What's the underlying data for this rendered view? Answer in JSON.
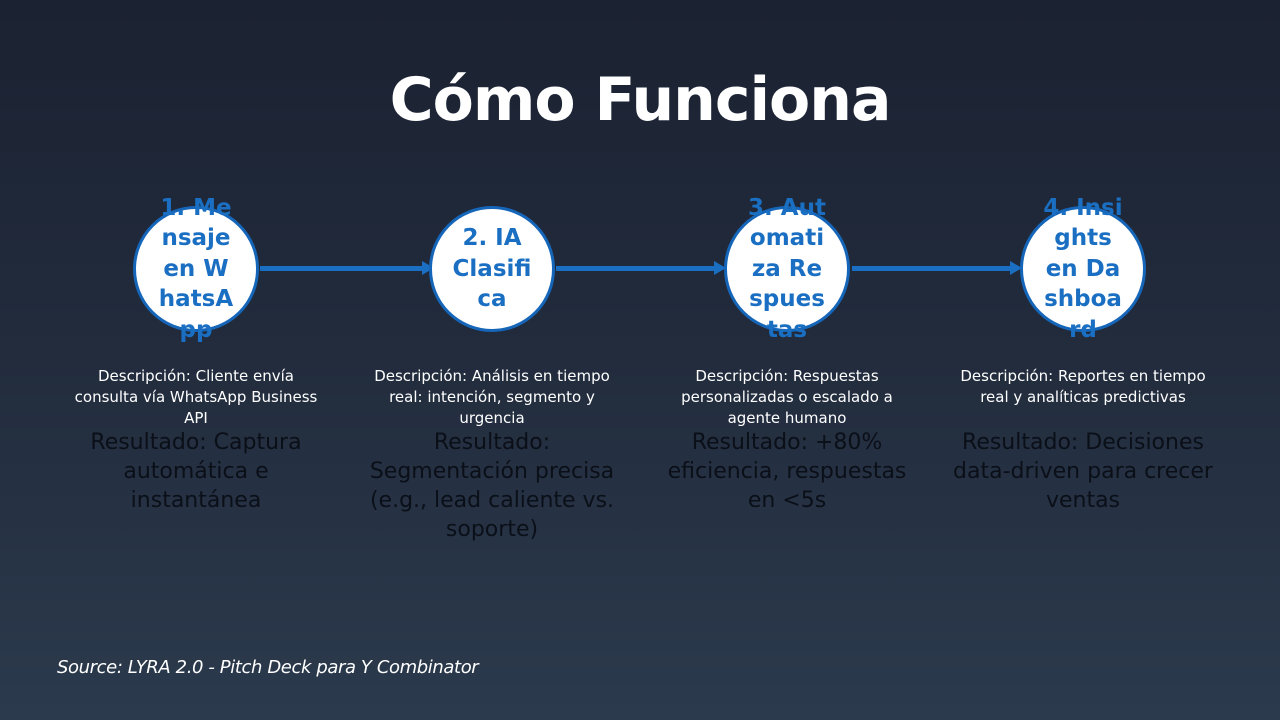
{
  "title": "Cómo Funciona",
  "steps": [
    {
      "label": "1. Mensaje en WhatsApp",
      "description": "Descripción: Cliente envía consulta vía WhatsApp Business API",
      "result": "Resultado: Captura automática e instantánea"
    },
    {
      "label": "2. IA Clasifica",
      "description": "Descripción: Análisis en tiempo real: intención, segmento y urgencia",
      "result": "Resultado: Segmentación precisa (e.g., lead caliente vs. soporte)"
    },
    {
      "label": "3. Automatiza Respuestas",
      "description": "Descripción: Respuestas personalizadas o escalado a agente humano",
      "result": "Resultado: +80% eficiencia, respuestas en <5s"
    },
    {
      "label": "4. Insights en Dashboard",
      "description": "Descripción: Reportes en tiempo real y analíticas predictivas",
      "result": "Resultado: Decisiones data-driven para crecer ventas"
    }
  ],
  "source": "Source: LYRA 2.0 - Pitch Deck para Y Combinator",
  "colors": {
    "accent": "#1a6fc2",
    "circle_fill": "#ffffff",
    "background_top": "#1b2232",
    "background_bottom": "#2b3a4d"
  }
}
